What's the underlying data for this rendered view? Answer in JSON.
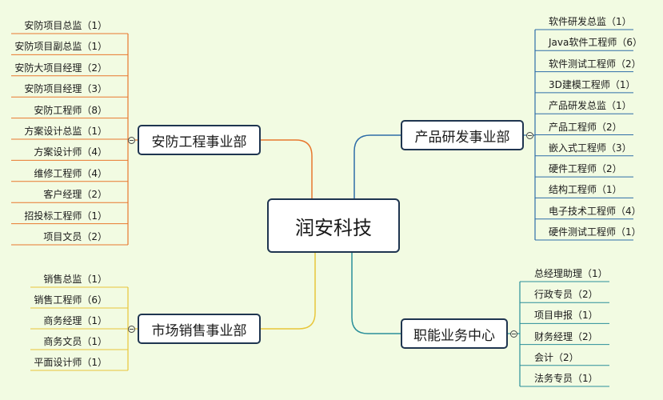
{
  "root": {
    "label": "润安科技"
  },
  "branches": [
    {
      "label": "安防工程事业部",
      "color": "#e8772e",
      "side": "left",
      "items": [
        "安防项目总监（1）",
        "安防项目副总监（1）",
        "安防大项目经理（2）",
        "安防项目经理（3）",
        "安防工程师（8）",
        "方案设计总监（1）",
        "方案设计师（4）",
        "维修工程师（4）",
        "客户经理（2）",
        "招投标工程师（1）",
        "项目文员（2）"
      ]
    },
    {
      "label": "市场销售事业部",
      "color": "#e8c63a",
      "side": "left",
      "items": [
        "销售总监（1）",
        "销售工程师（6）",
        "商务经理（1）",
        "商务文员（1）",
        "平面设计师（1）"
      ]
    },
    {
      "label": "产品研发事业部",
      "color": "#2e6da8",
      "side": "right",
      "items": [
        "软件研发总监（1）",
        "Java软件工程师（6）",
        "软件测试工程师（2）",
        "3D建模工程师（1）",
        "产品研发总监（1）",
        "产品工程师（2）",
        "嵌入式工程师（3）",
        "硬件工程师（2）",
        "结构工程师（1）",
        "电子技术工程师（4）",
        "硬件测试工程师（1）"
      ]
    },
    {
      "label": "职能业务中心",
      "color": "#2a8f9a",
      "side": "right",
      "items": [
        "总经理助理（1）",
        "行政专员（2）",
        "项目申报（1）",
        "财务经理（2）",
        "会计（2）",
        "法务专员（1）"
      ]
    }
  ]
}
